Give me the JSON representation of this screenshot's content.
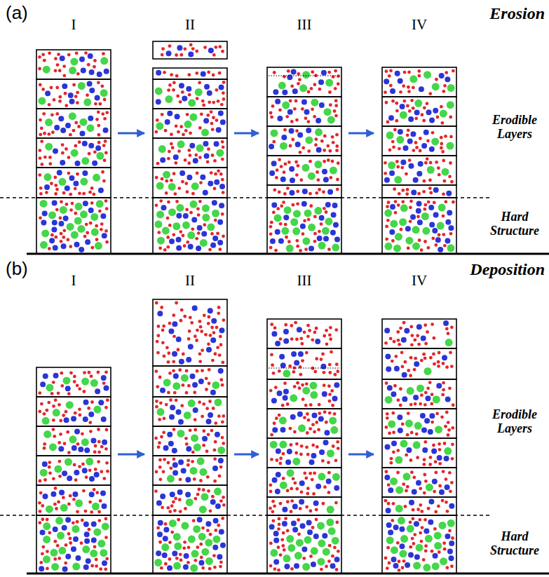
{
  "diagram": {
    "labels": [
      "(a)",
      "I",
      "II",
      "III",
      "IV",
      "Erosion",
      "Erodible Layers",
      "Hard Structure",
      "(b)",
      "I",
      "II",
      "III",
      "IV",
      "Deposition",
      "Erodible Layers",
      "Hard Structure"
    ]
  }
}
